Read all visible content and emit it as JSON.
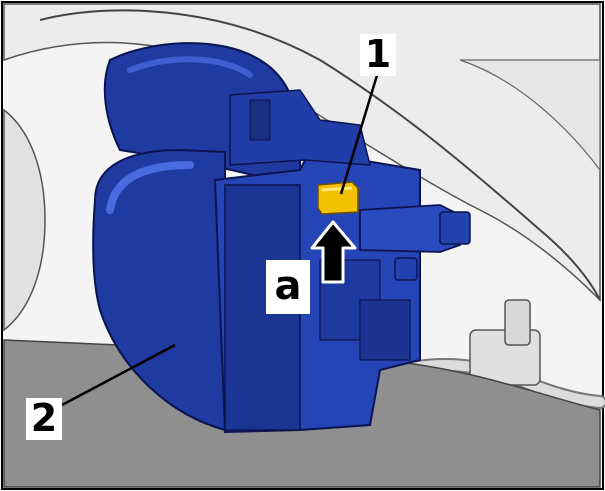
{
  "callouts": {
    "one": "1",
    "two": "2",
    "a": "a"
  },
  "colors": {
    "component": "#1f3aa0",
    "component_dark": "#0f1f6b",
    "tab": "#f2c200",
    "background_part": "#e8e8e8",
    "floor": "#8f8f8f",
    "outline": "#000000"
  },
  "icons": {
    "arrow": "up-arrow-icon"
  }
}
